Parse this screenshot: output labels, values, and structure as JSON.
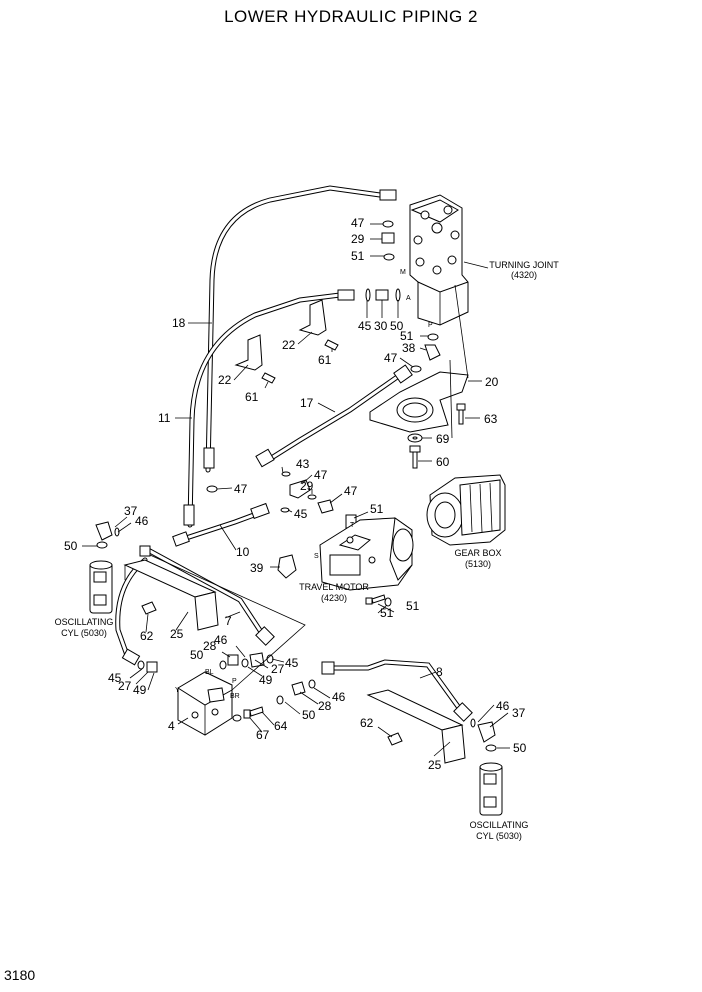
{
  "title": "LOWER HYDRAULIC PIPING 2",
  "page_number": "3180",
  "components": {
    "turning_joint": [
      "TURNING JOINT",
      "(4320)"
    ],
    "travel_motor": [
      "TRAVEL MOTOR",
      "(4230)"
    ],
    "gear_box": [
      "GEAR BOX",
      "(5130)"
    ],
    "oscillating_cyl_left": [
      "OSCILLATING",
      "CYL (5030)"
    ],
    "oscillating_cyl_right": [
      "OSCILLATING",
      "CYL (5030)"
    ]
  },
  "port_letters": [
    "M",
    "A",
    "P",
    "S",
    "T",
    "Y",
    "BL",
    "BR",
    "P"
  ],
  "part_labels": [
    "47",
    "29",
    "51",
    "45",
    "30",
    "50",
    "51",
    "38",
    "47",
    "20",
    "18",
    "22",
    "61",
    "22",
    "61",
    "17",
    "63",
    "69",
    "11",
    "60",
    "47",
    "43",
    "47",
    "29",
    "47",
    "45",
    "51",
    "37",
    "46",
    "50",
    "10",
    "39",
    "7",
    "25",
    "62",
    "28",
    "46",
    "50",
    "45",
    "27",
    "49",
    "49",
    "27",
    "45",
    "4",
    "67",
    "64",
    "50",
    "28",
    "46",
    "8",
    "62",
    "46",
    "37",
    "50",
    "25"
  ]
}
